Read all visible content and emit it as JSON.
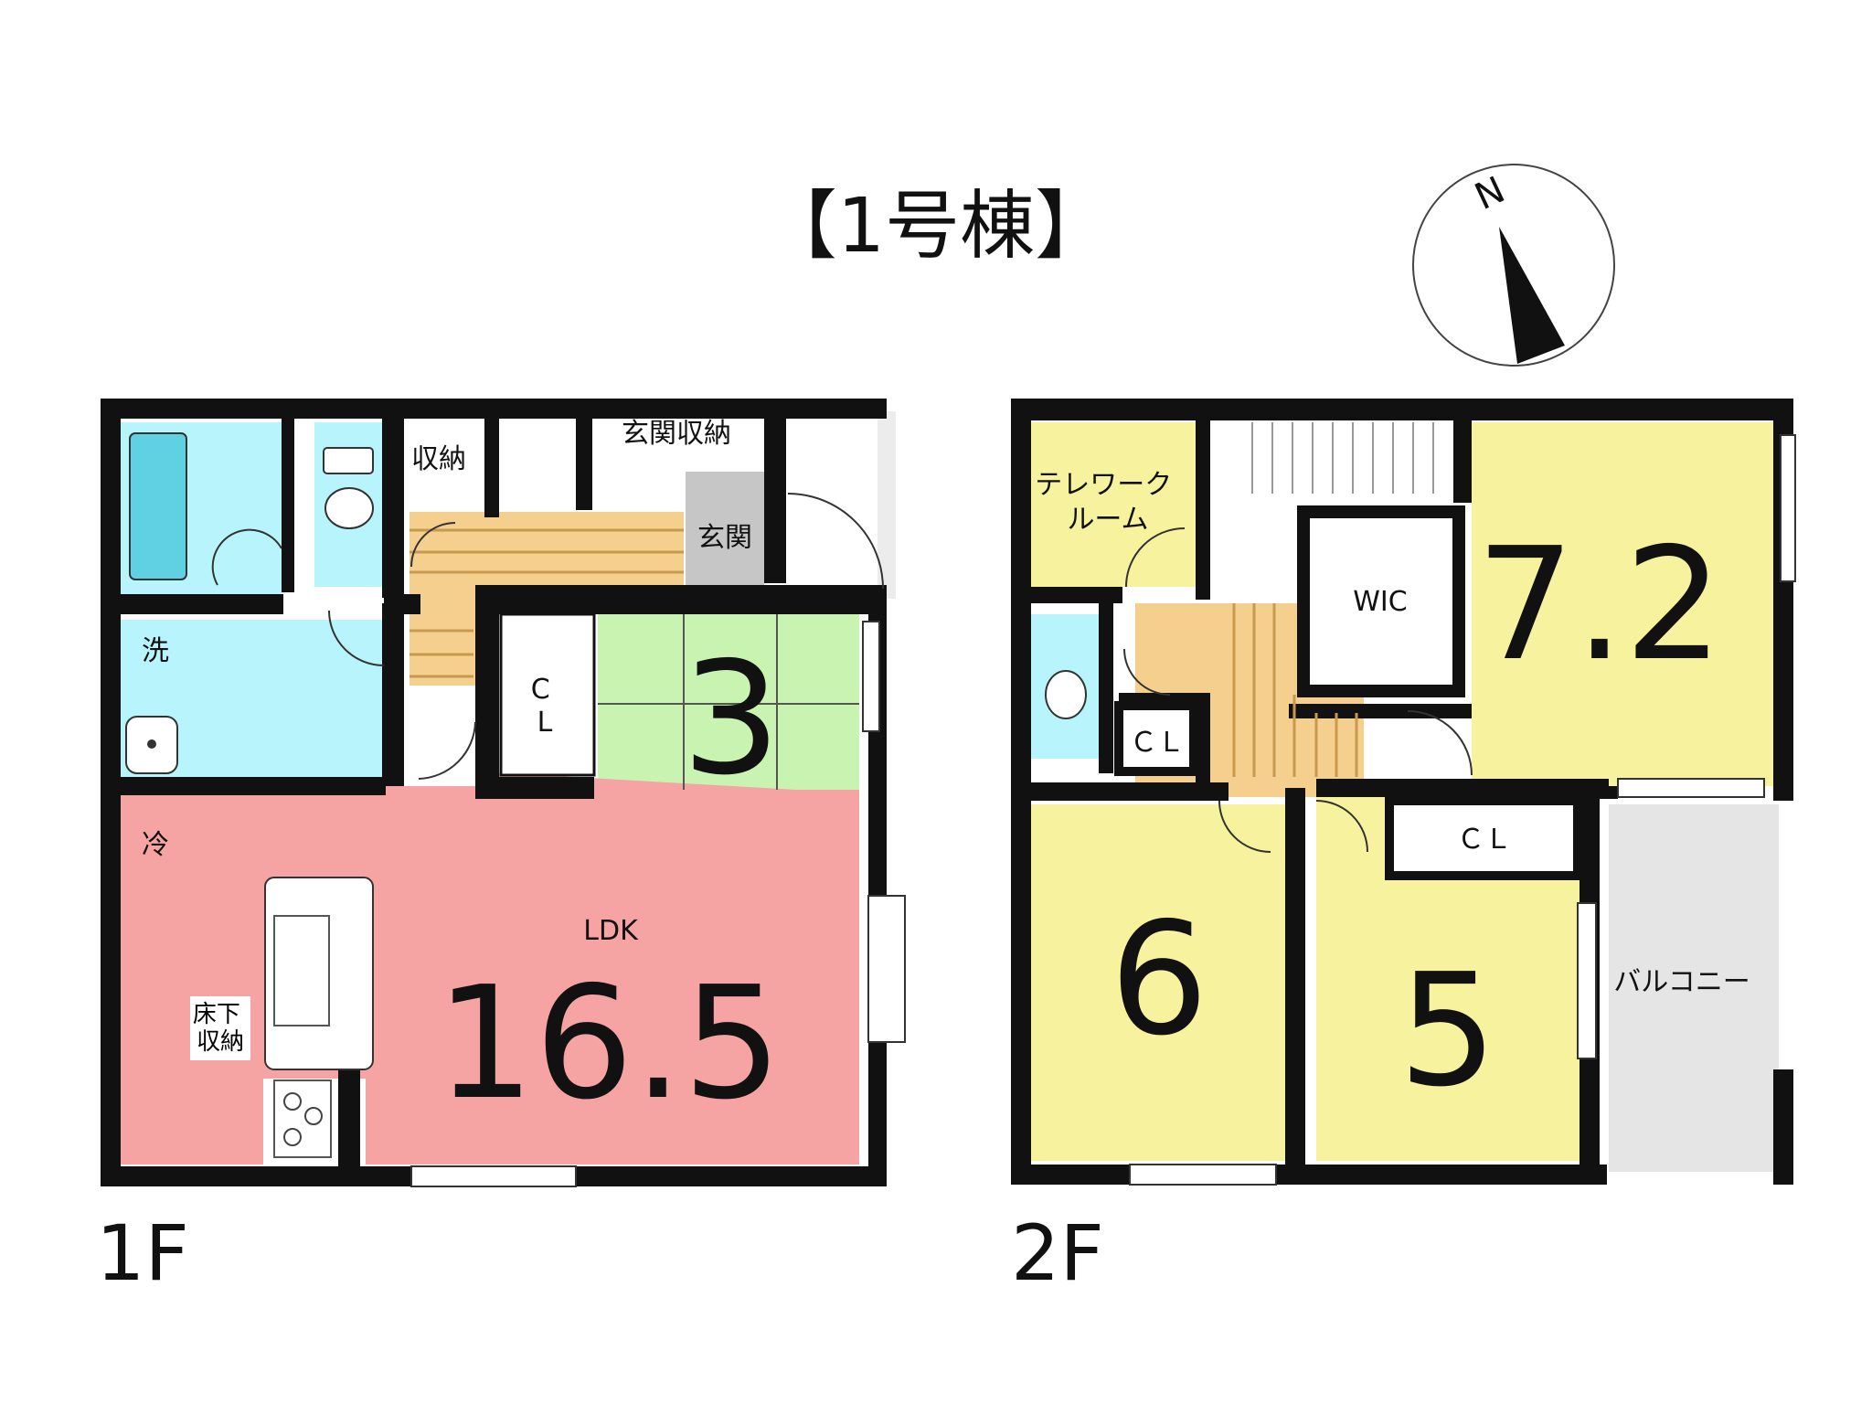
{
  "title": "【1号棟】",
  "compass": {
    "north_label": "N"
  },
  "colors": {
    "bath": "#b8f4fb",
    "hall_floor": "#f5cf8e",
    "entrance": "#c6c6c6",
    "washitsu": "#c9f3b1",
    "ldk": "#f6a3a3",
    "bedroom": "#f7f29d",
    "balcony": "#e5e5e5",
    "wall": "#111111"
  },
  "floors": [
    {
      "label": "1F",
      "rooms": [
        {
          "id": "bath",
          "label": ""
        },
        {
          "id": "toilet",
          "label": ""
        },
        {
          "id": "storage",
          "label": "収納"
        },
        {
          "id": "entrance_storage",
          "label": "玄関収納"
        },
        {
          "id": "entrance",
          "label": "玄関"
        },
        {
          "id": "washroom",
          "label": "洗"
        },
        {
          "id": "closet",
          "label": "C\nL"
        },
        {
          "id": "washitsu",
          "label": "",
          "size": "3"
        },
        {
          "id": "fridge",
          "label": "冷"
        },
        {
          "id": "underfloor",
          "label": "床下\n収納"
        },
        {
          "id": "ldk",
          "label": "LDK",
          "size": "16.5"
        }
      ]
    },
    {
      "label": "2F",
      "rooms": [
        {
          "id": "telework",
          "label": "テレワーク\nルーム"
        },
        {
          "id": "wic",
          "label": "WIC"
        },
        {
          "id": "bed72",
          "label": "",
          "size": "7.2"
        },
        {
          "id": "cl_a",
          "label": "ＣＬ"
        },
        {
          "id": "cl_b",
          "label": "ＣＬ"
        },
        {
          "id": "bed6",
          "label": "",
          "size": "6"
        },
        {
          "id": "bed5",
          "label": "",
          "size": "5"
        },
        {
          "id": "balcony",
          "label": "バルコニー"
        }
      ]
    }
  ]
}
